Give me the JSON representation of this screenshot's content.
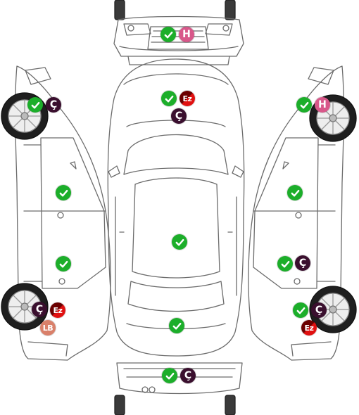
{
  "diagram": {
    "colors": {
      "ok": "#1cae2a",
      "c": "#3a0f2e",
      "h": "#d8588a",
      "ez": "#e01010",
      "lb": "#d9806a"
    },
    "legend_codes": {
      "ok": "check-icon",
      "c": "Ç",
      "h": "H",
      "ez": "Ez",
      "lb": "LB"
    },
    "panels": [
      {
        "part": "front-bumper",
        "markers": [
          "ok",
          "h"
        ]
      },
      {
        "part": "hood",
        "markers": [
          "ok",
          "ez",
          "c"
        ]
      },
      {
        "part": "roof",
        "markers": [
          "ok"
        ]
      },
      {
        "part": "trunk",
        "markers": [
          "ok"
        ]
      },
      {
        "part": "rear-bumper",
        "markers": [
          "ok",
          "c"
        ]
      },
      {
        "part": "left-front-fender",
        "markers": [
          "ok",
          "c"
        ]
      },
      {
        "part": "left-front-door",
        "markers": [
          "ok"
        ]
      },
      {
        "part": "left-rear-door",
        "markers": [
          "ok"
        ]
      },
      {
        "part": "left-rear-fender",
        "markers": [
          "c",
          "ez",
          "lb"
        ]
      },
      {
        "part": "right-front-fender",
        "markers": [
          "ok",
          "h"
        ]
      },
      {
        "part": "right-front-door",
        "markers": [
          "ok"
        ]
      },
      {
        "part": "right-rear-door",
        "markers": [
          "ok",
          "c"
        ]
      },
      {
        "part": "right-rear-fender",
        "markers": [
          "ok",
          "c",
          "ez"
        ]
      }
    ]
  }
}
